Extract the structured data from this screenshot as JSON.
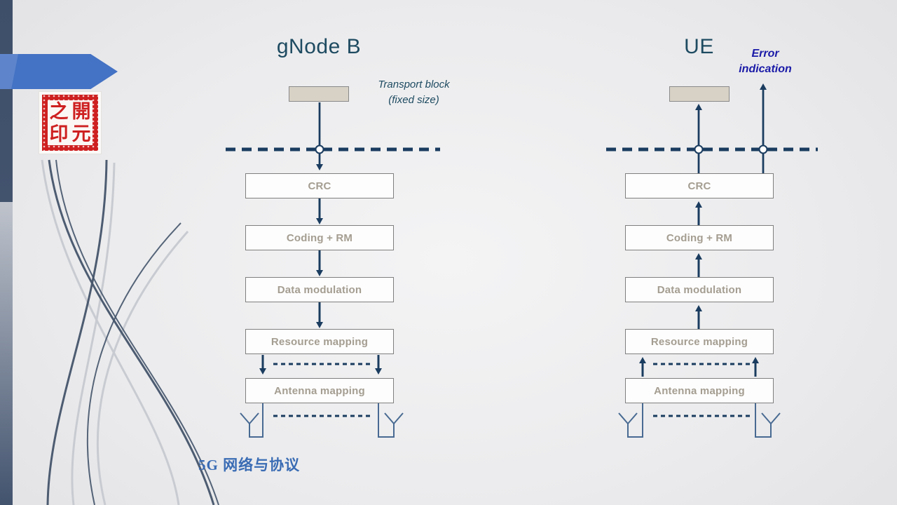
{
  "slide": {
    "footer": "5G 网络与协议"
  },
  "seal": {
    "top_left": "之",
    "top_right": "開",
    "bottom_left": "印",
    "bottom_right": "元"
  },
  "colors": {
    "accent_navy": "#1A3C5F",
    "title_teal": "#1E4B61",
    "banner_blue": "#4472C4",
    "sidebar_slate": "#42536E",
    "box_text": "#A49D91",
    "box_border": "#7F7F7F",
    "transport_fill": "#D8D2C6",
    "error_blue": "#1A1AA8",
    "footer_blue": "#3A6CB4",
    "seal_red": "#CE2020",
    "antenna_slate": "#486A92"
  },
  "diagram": {
    "gnb": {
      "title": "gNode B",
      "transport_label": "Transport block\n(fixed size)",
      "steps": [
        "CRC",
        "Coding + RM",
        "Data modulation",
        "Resource mapping",
        "Antenna mapping"
      ]
    },
    "ue": {
      "title": "UE",
      "error_label": "Error\nindication",
      "steps": [
        "CRC",
        "Coding + RM",
        "Data modulation",
        "Resource mapping",
        "Antenna mapping"
      ]
    }
  }
}
